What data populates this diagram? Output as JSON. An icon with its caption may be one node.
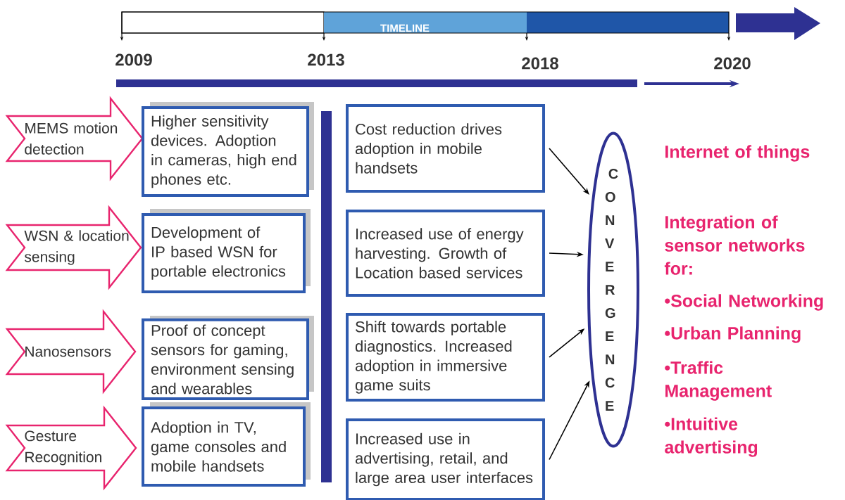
{
  "diagram": {
    "nodes": [
      {
        "text": [
          "MEMS motion detection"
        ]
      },
      {
        "text": [
          "WSN & location sensing"
        ]
      },
      {
        "text": [
          "Nanosensors"
        ]
      },
      {
        "text": [
          "Gesture Recognition"
        ]
      },
      {
        "text": [
          "Higher sensitivity devices. Adoption in cameras, high end phones etc."
        ]
      },
      {
        "text": [
          "Development of IP based WSN for portable electronics"
        ]
      },
      {
        "text": [
          "Proof of concept sensors for gaming, environment sensing and wearables"
        ]
      },
      {
        "text": [
          "Adoption in TV, game consoles and mobile handsets"
        ]
      },
      {
        "text": [
          "Cost reduction drives adoption in mobile handsets"
        ]
      },
      {
        "text": [
          "Increased use of energy harvesting. Growth of Location based services"
        ]
      },
      {
        "text": [
          "Shift towards portable diagnostics. Increased adoption in immersive game suits"
        ]
      },
      {
        "text": [
          "Increased use in advertising, retail, and large area user interfaces"
        ]
      },
      {
        "text": [
          "CONVERGENCE"
        ]
      },
      {
        "text": [],
        "shape": "bar"
      }
    ],
    "edges": [
      {
        "from": 8,
        "to": 12,
        "arrow": "to"
      },
      {
        "from": 9,
        "to": 12,
        "arrow": "to"
      },
      {
        "from": 10,
        "to": 12,
        "arrow": "to"
      },
      {
        "from": 11,
        "to": 12,
        "arrow": "to"
      }
    ],
    "labels": [
      "TIMELINE",
      "2009",
      "2013",
      "2018",
      "2020",
      "Internet of things",
      "Integration of sensor networks for:",
      "•Social Networking",
      "•Urban Planning",
      "•Traffic Management",
      "•Intuitive advertising"
    ]
  }
}
